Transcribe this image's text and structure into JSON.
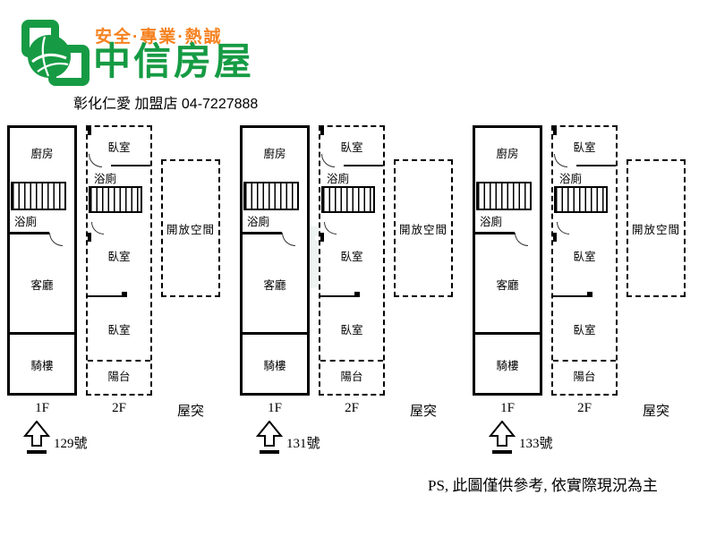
{
  "logo": {
    "slogan": "安全·專業·熱誠",
    "brand": "中信房屋",
    "branch": "彰化仁愛 加盟店 04-7227888",
    "brand_color": "#169b44",
    "slogan_color": "#f58220"
  },
  "rooms": {
    "kitchen": "廚房",
    "bath": "浴廁",
    "living": "客廳",
    "arcade": "騎樓",
    "bedroom": "臥室",
    "balcony": "陽台",
    "open_space": "開放空間"
  },
  "floor_labels": {
    "f1": "1F",
    "f2": "2F",
    "roof": "屋突"
  },
  "units": [
    {
      "number": "129號"
    },
    {
      "number": "131號"
    },
    {
      "number": "133號"
    }
  ],
  "footnote": "PS, 此圖僅供參考, 依實際現況為主"
}
